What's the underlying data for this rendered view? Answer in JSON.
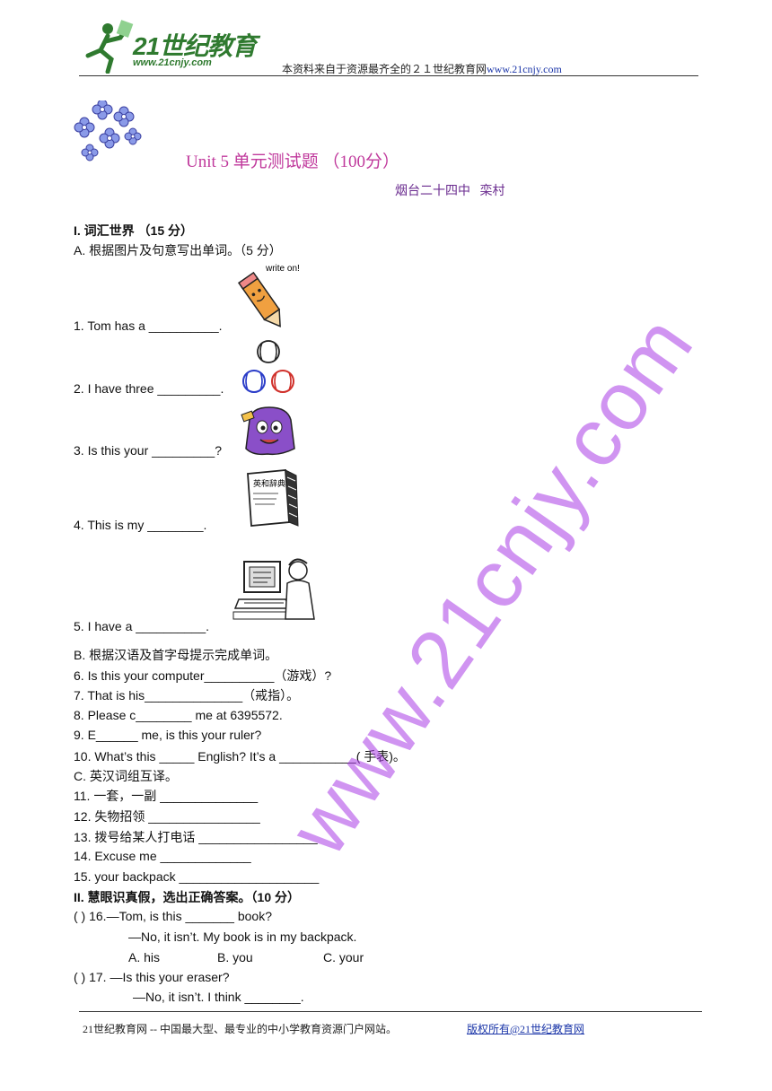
{
  "header": {
    "logo_text": "21世纪教育",
    "logo_url": "www.21cnjy.com",
    "note_prefix": "本资料来自于资源最齐全的２１世纪教育网",
    "note_link": "www.21cnjy.com"
  },
  "title": "Unit 5 单元测试题 （100分）",
  "author": "烟台二十四中   栾村",
  "watermark": "www.21cnjy.com",
  "lines": {
    "s1": "I.  词汇世界  （15 分）",
    "a": "A.  根据图片及句意写出单词。（5 分）",
    "q1": "1. Tom has a __________.",
    "q2": "2. I have three _________.",
    "q3": "3. Is this your _________?",
    "q4": "4. This is my ________.",
    "q5": "5. I have a __________.",
    "b": "B.  根据汉语及首字母提示完成单词。",
    "q6": "6. Is this your computer__________（游戏）?",
    "q7": "7. That is his______________（戒指）。",
    "q8": "8. Please c________ me at 6395572.",
    "q9": "9. E______ me, is this your ruler?",
    "q10": "10. What’s this _____ English? It’s a ___________(  手表)。",
    "c": "C.  英汉词组互译。",
    "q11": "11.  一套，一副  ______________",
    "q12": "12.  失物招领  ________________",
    "q13": "13.  拨号给某人打电话  _________________",
    "q14": "14. Excuse me _____________",
    "q15": "15. your backpack ____________________",
    "s2": "II.  慧眼识真假，选出正确答案。（10 分）",
    "q16": "(      ) 16.—Tom, is this _______ book?",
    "q16b": "—No, it isn’t. My book is in my backpack.",
    "q16_opt_a": "A. his",
    "q16_opt_b": "B. you",
    "q16_opt_c": "C. your",
    "q17": "(      ) 17.  —Is this your eraser?",
    "q17b": "—No, it isn’t. I think ________."
  },
  "picture_text": {
    "pencil_caption": "write on!",
    "dictionary_title": "英和辞典"
  },
  "footer": {
    "note": "21世纪教育网 -- 中国最大型、最专业的中小学教育资源门户网站。",
    "copyright": "版权所有@21世纪教育网"
  },
  "colors": {
    "title": "#c0399c",
    "author": "#6a2b8f",
    "watermark": "#aa3ce6",
    "link": "#1a35a8",
    "logo": "#2f7a2f"
  }
}
